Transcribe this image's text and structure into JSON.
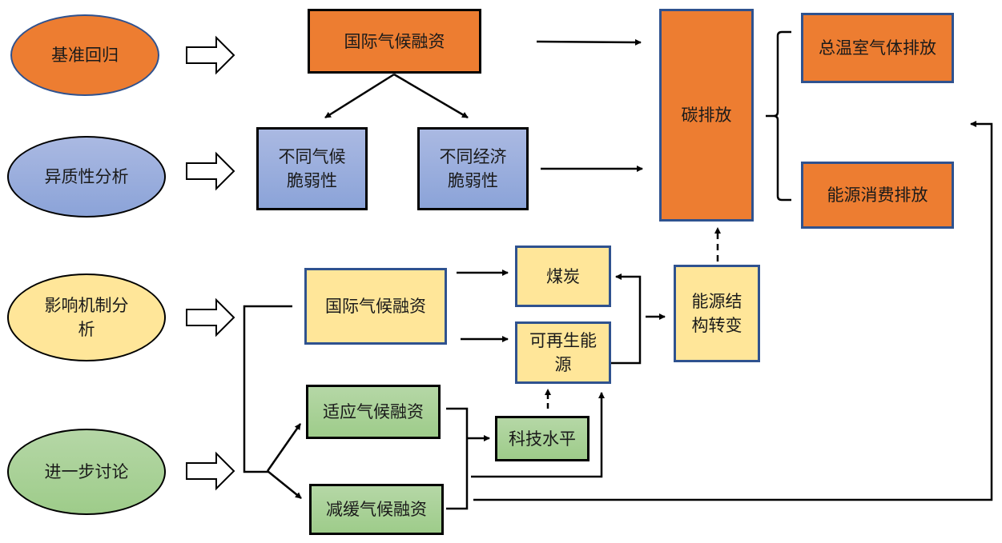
{
  "stages": {
    "baseline": "基准回归",
    "heterogeneity": "异质性分析",
    "mechanism": "影响机制分\n析",
    "further": "进一步讨论"
  },
  "nodes": {
    "icf_top": "国际气候融资",
    "climate_vuln": "不同气候\n脆弱性",
    "econ_vuln": "不同经济\n脆弱性",
    "carbon": "碳排放",
    "ghg": "总温室气体排放",
    "energy_emission": "能源消费排放",
    "icf_mid": "国际气候融资",
    "coal": "煤炭",
    "renewable": "可再生能\n源",
    "energy_transition": "能源结\n构转变",
    "adaptation": "适应气候融资",
    "mitigation": "减缓气候融资",
    "tech": "科技水平"
  },
  "colors": {
    "orange": "#ed7d31",
    "blue": "#8ea9db",
    "yellow": "#ffe699",
    "green": "#a9d18e",
    "border_blue": "#2f528f"
  }
}
